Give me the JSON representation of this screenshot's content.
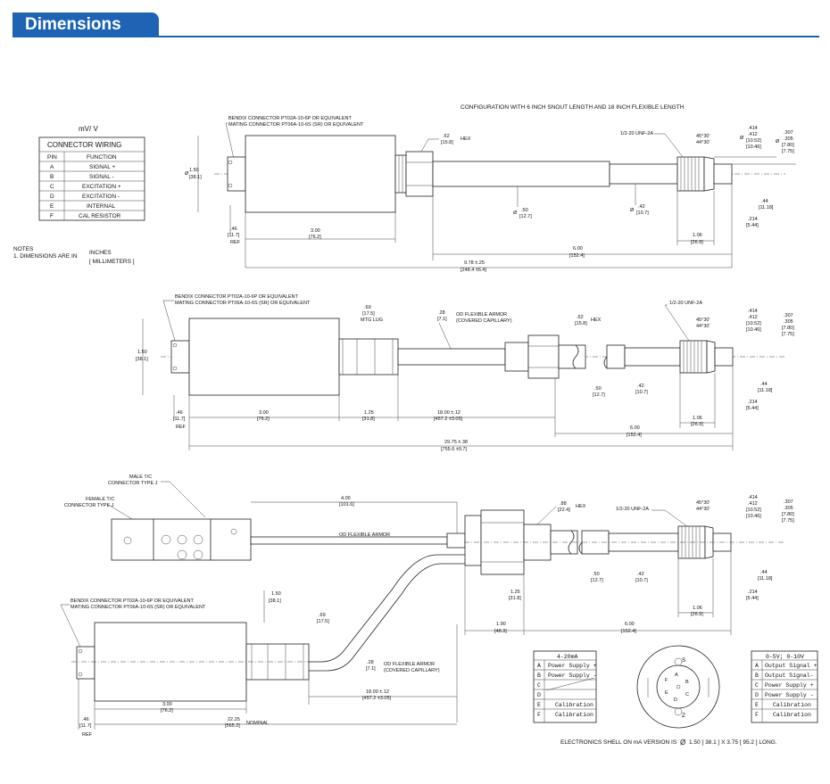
{
  "header": {
    "title": "Dimensions"
  },
  "config_top": "CONFIGURATION WITH 6 INCH SNOUT LENGTH AND 18 INCH FLEXIBLE LENGTH",
  "wiring": {
    "unit": "mV/ V",
    "title": "CONNECTOR WIRING",
    "col_pin": "PIN",
    "col_function": "FUNCTION",
    "rows": [
      {
        "pin": "A",
        "fn": "SIGNAL +"
      },
      {
        "pin": "B",
        "fn": "SIGNAL -"
      },
      {
        "pin": "C",
        "fn": "EXCITATION +"
      },
      {
        "pin": "D",
        "fn": "EXCITATION -"
      },
      {
        "pin": "E",
        "fn": "INTERNAL"
      },
      {
        "pin": "F",
        "fn": "CAL RESISTOR"
      }
    ]
  },
  "notes": {
    "title": "NOTES",
    "line1": "1. DIMENSIONS ARE IN",
    "inches": "INCHES",
    "mm": "[ MILLIMETERS ]"
  },
  "d1": {
    "bendix1": "BENDIX CONNECTOR  PT02A-10-6P OR EQUIVALENT",
    "bendix2": "MATING CONNECTOR  PT06A-10-6S (SR) OR EQUIVALENT",
    "dia150": "1.50",
    "dia150mm": "[38.1]",
    "hex": ".62",
    "hexmm": "[15.8]",
    "hexlbl": "HEX",
    "thread": "1/2-20 UNF-2A",
    "ang1": "45°30'",
    "ang2": "44°30'",
    "d414": ".414",
    "d412": ".412",
    "d414mm1": "[10.52]",
    "d414mm2": "[10.46]",
    "d307": ".307",
    "d305": ".305",
    "d307mm1": "[7.80]",
    "d307mm2": "[7.75]",
    "d44": ".44",
    "d44mm": "[11.18]",
    "d214": ".214",
    "d214mm": "[5.44]",
    "d106": "1.06",
    "d106mm": "[26.9]",
    "d50": ".50",
    "d50mm": "[12.7]",
    "d42": ".42",
    "d42mm": "[10.7]",
    "d46": ".46",
    "d46mm": "[11.7]",
    "ref": "REF",
    "d300": "3.00",
    "d300mm": "[76.2]",
    "d600": "6.00",
    "d600mm": "[152.4]",
    "d978": "9.78 ±.25",
    "d978mm": "[248.4 ±6.4]"
  },
  "d2": {
    "bendix1": "BENDIX CONNECTOR  PT02A-10-6P OR EQUIVALENT",
    "bendix2": "MATING CONNECTOR  PT06A-10-6S (SR) OR EQUIVALENT",
    "d69": ".69",
    "d69mm": "[17.5]",
    "mtg": "MTG LUG",
    "d28": ".28",
    "d28mm": "[7.1]",
    "armor1": "OD FLEXIBLE ARMOR",
    "armor2": "(COVERED CAPILLARY)",
    "hex": ".62",
    "hexmm": "[15.8]",
    "hexlbl": "HEX",
    "thread": "1/2-20 UNF-2A",
    "d125": "1.25",
    "d125mm": "[31.8]",
    "d1800": "18.00 ±.12",
    "d1800mm": "[457.2 ±3.05]",
    "d2975": "29.75 ±.38",
    "d2975mm": "[755.6 ±9.7]"
  },
  "d3": {
    "male1": "MALE T/C",
    "male2": "CONNECTOR TYPE J",
    "female1": "FEMALE T/C",
    "female2": "CONNECTOR TYPE J",
    "d400": "4.00",
    "d400mm": "[101.6]",
    "armor": "OD FLEXIBLE ARMOR",
    "hex": ".88",
    "hexmm": "[22.4]",
    "hexlbl": "HEX",
    "thread": "1/2-20 UNF-2A",
    "bendix1": "BENDIX CONNECTOR  PT02A-10-6P OR EQUIVALENT",
    "bendix2": "MATING CONNECTOR  PT06A-10-6S (SR) OR EQUIVALENT",
    "d150": "1.50",
    "d150mm": "[38.1]",
    "d190": "1.90",
    "d190mm": "[48.3]",
    "d2225": "22.25",
    "d2225mm": "[565.2]",
    "nominal": "NOMINAL"
  },
  "table420": {
    "title": "4-20mA",
    "rows": [
      {
        "pin": "A",
        "fn": "Power Supply +"
      },
      {
        "pin": "B",
        "fn": "Power Supply -"
      },
      {
        "pin": "C",
        "fn": ""
      },
      {
        "pin": "D",
        "fn": ""
      },
      {
        "pin": "E",
        "fn": "Calibration"
      },
      {
        "pin": "F",
        "fn": "Calibration"
      }
    ]
  },
  "table05": {
    "title": "0-5V; 0-10V",
    "rows": [
      {
        "pin": "A",
        "fn": "Output Signal +"
      },
      {
        "pin": "B",
        "fn": "Output Signal-"
      },
      {
        "pin": "C",
        "fn": "Power Supply +"
      },
      {
        "pin": "D",
        "fn": "Power Supply -"
      },
      {
        "pin": "E",
        "fn": "Calibration"
      },
      {
        "pin": "F",
        "fn": "Calibration"
      }
    ]
  },
  "connector_face": {
    "s": "S",
    "z": "Z",
    "a": "A",
    "b": "B",
    "c": "C",
    "d": "D",
    "e": "E",
    "f": "F"
  },
  "footer": {
    "prefix": "ELECTRONICS SHELL ON mA VERSION IS",
    "dia": "Ø",
    "value": "1.50 [ 38.1 ] X 3.75 [ 95.2 ] LONG."
  }
}
